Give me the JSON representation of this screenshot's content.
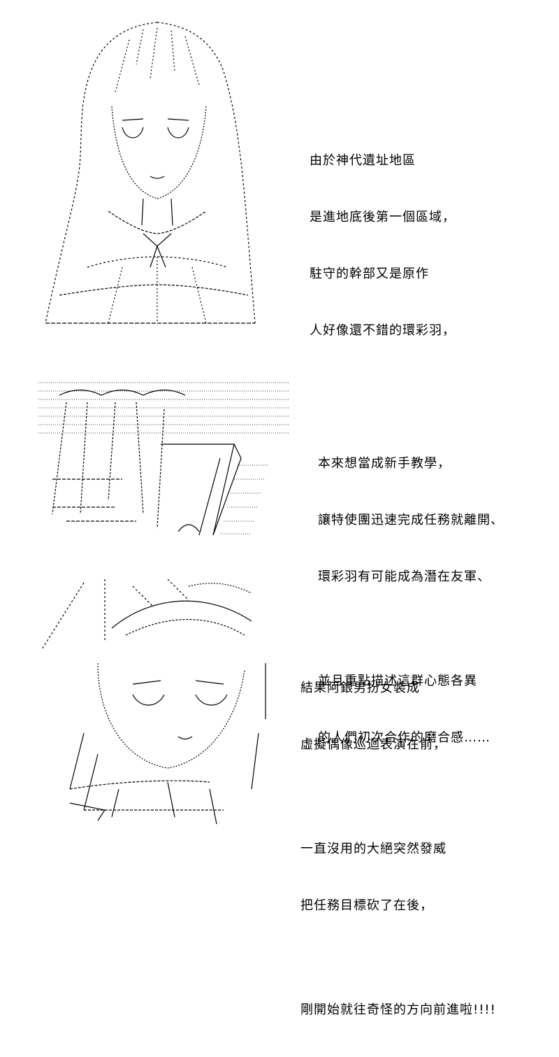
{
  "panels": [
    {
      "id": "panel-1",
      "art_subject": "ascii-girl-portrait-icon",
      "paragraphs": [
        [
          "由於神代遺址地區",
          "是進地底後第一個區域，",
          "駐守的幹部又是原作",
          "人好像還不錯的環彩羽，"
        ]
      ]
    },
    {
      "id": "panel-2",
      "art_subject": "ascii-group-silhouette-icon",
      "paragraphs": [
        [
          "本來想當成新手教學，",
          "讓特使團迅速完成任務就離開、",
          "環彩羽有可能成為潛在友軍、"
        ],
        [
          "並且重點描述這群心態各異",
          "的人們初次合作的磨合感……"
        ]
      ]
    },
    {
      "id": "panel-3",
      "art_subject": "ascii-crossdresser-portrait-icon",
      "paragraphs": [
        [
          "結果阿銀男扮女裝成",
          "虛擬偶像巡迴表演在前，"
        ],
        [
          "一直沒用的大絕突然發威",
          "把任務目標砍了在後，"
        ],
        [
          "剛開始就往奇怪的方向前進啦!!!!"
        ]
      ]
    }
  ],
  "colors": {
    "background": "#ffffff",
    "ink": "#000000"
  }
}
